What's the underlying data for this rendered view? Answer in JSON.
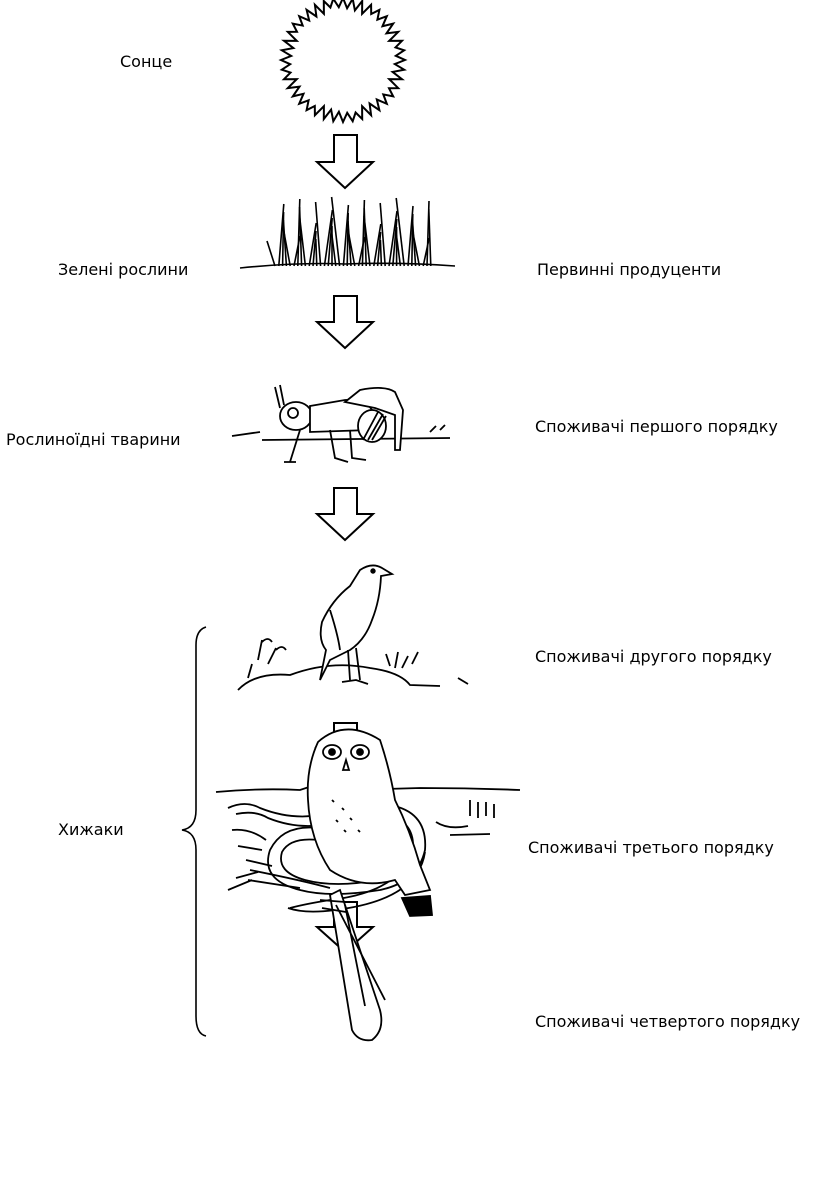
{
  "left_labels": {
    "sun": "Сонце",
    "plants": "Зелені рослини",
    "herbivores": "Рослиноїдні тварини",
    "predators": "Хижаки"
  },
  "right_labels": {
    "primary_producers": "Первинні продуценти",
    "consumers_1": "Споживачі першого порядку",
    "consumers_2": "Споживачі другого порядку",
    "consumers_3": "Споживачі третього порядку",
    "consumers_4": "Споживачі четвертого порядку"
  },
  "icons": [
    "sun-icon",
    "grass-icon",
    "grasshopper-icon",
    "bird-icon",
    "snake-icon",
    "owl-icon",
    "down-arrow-icon",
    "brace-icon"
  ]
}
